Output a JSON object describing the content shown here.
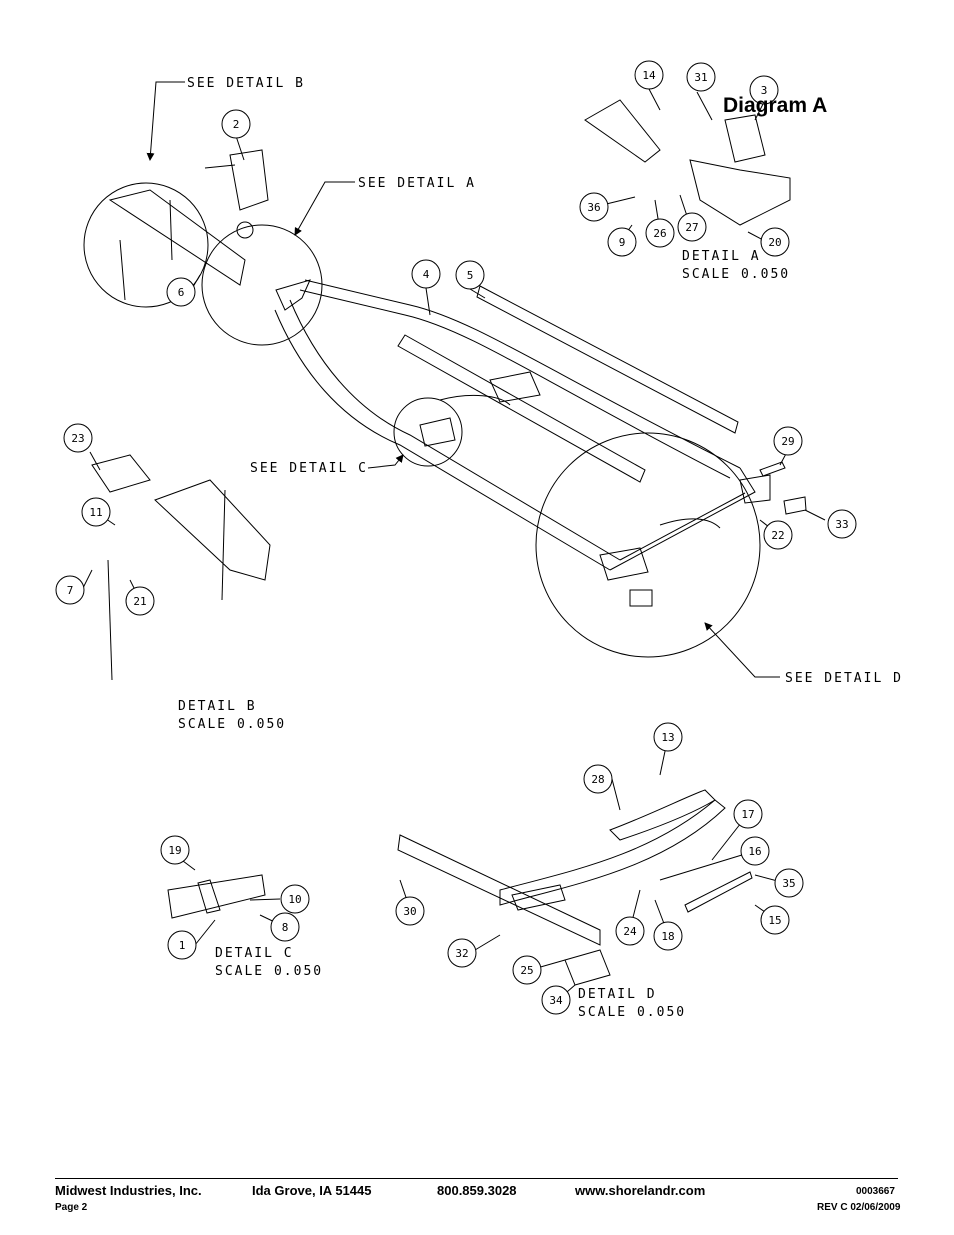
{
  "diagram": {
    "title": "Diagram A",
    "callouts": {
      "see_detail_b": "SEE DETAIL B",
      "see_detail_a": "SEE DETAIL A",
      "see_detail_c": "SEE DETAIL C",
      "see_detail_d": "SEE DETAIL D"
    },
    "detail_labels": {
      "a": {
        "name": "DETAIL A",
        "scale": "SCALE 0.050"
      },
      "b": {
        "name": "DETAIL B",
        "scale": "SCALE 0.050"
      },
      "c": {
        "name": "DETAIL C",
        "scale": "SCALE 0.050"
      },
      "d": {
        "name": "DETAIL D",
        "scale": "SCALE 0.050"
      }
    },
    "balloons": [
      "1",
      "2",
      "3",
      "4",
      "5",
      "6",
      "7",
      "8",
      "9",
      "10",
      "11",
      "13",
      "14",
      "15",
      "16",
      "17",
      "18",
      "19",
      "20",
      "21",
      "22",
      "23",
      "24",
      "25",
      "26",
      "27",
      "28",
      "29",
      "30",
      "31",
      "32",
      "33",
      "34",
      "35",
      "36"
    ]
  },
  "footer": {
    "company": "Midwest Industries, Inc.",
    "city": "Ida Grove, IA  51445",
    "phone": "800.859.3028",
    "website": "www.shorelandr.com",
    "doc_number": "0003667",
    "page": "Page 2",
    "revision": "REV C  02/06/2009"
  }
}
